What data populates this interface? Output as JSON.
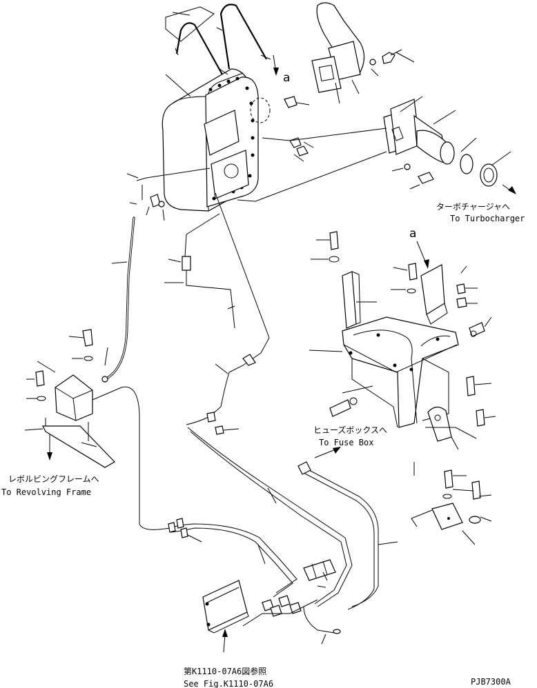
{
  "figure_id": "PJB7300A",
  "callout_letter": "a",
  "labels": {
    "turbo_jp": "ターボチャージャへ",
    "turbo_en": "To Turbocharger",
    "fuse_jp": "ヒューズボックスへ",
    "fuse_en": "To Fuse Box",
    "frame_jp": "レボルビングフレームへ",
    "frame_en": "To Revolving Frame",
    "seefig_jp": "第K1110-07A6図参照",
    "seefig_en": "See Fig.K1110-07A6"
  }
}
